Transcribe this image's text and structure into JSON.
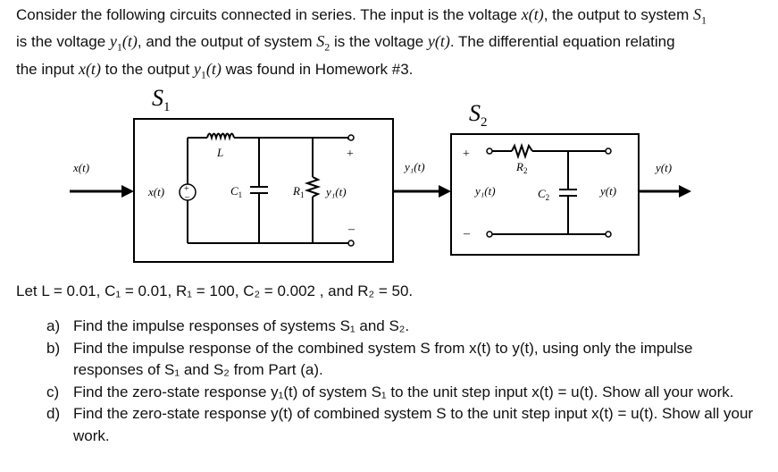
{
  "intro": {
    "line1_a": "Consider the following circuits connected in series. The input is the voltage ",
    "x_t": "x(t)",
    "line1_b": ", the output to system ",
    "S1": "S",
    "sub1": "1",
    "line2_a": "is the voltage ",
    "y1_t_y": "y",
    "y1_t_rest": "(t)",
    "line2_b": ", and the output of system ",
    "S2": "S",
    "sub2": "2",
    "line2_c": " is the voltage ",
    "y_t": "y(t)",
    "line2_d": ". The differential equation relating",
    "line3_a": "the input ",
    "line3_b": " to the output ",
    "line3_c": " was found in Homework #3."
  },
  "diagram": {
    "s1_label_main": "S",
    "s1_label_sub": "1",
    "s2_label_main": "S",
    "s2_label_sub": "2",
    "x_in_label": "x(t)",
    "source_label": "x(t)",
    "inductor_label": "L",
    "c1_main": "C",
    "c1_sub": "1",
    "r1_main": "R",
    "r1_sub": "1",
    "y1_inner_label": "y₁(t)",
    "y1_between_label": "y₁(t)",
    "s2_input_label": "y₁(t)",
    "r2_main": "R",
    "r2_sub": "2",
    "c2_main": "C",
    "c2_sub": "2",
    "y_inner_label": "y(t)",
    "y_out_label": "y(t)",
    "plus1": "+",
    "minus1": "–",
    "plus2": "+",
    "minus2": "–",
    "src_plus": "+",
    "src_minus": "–"
  },
  "params": {
    "text": "Let L = 0.01, C₁ = 0.01, R₁ = 100, C₂ = 0.002 , and R₂ = 50."
  },
  "questions": [
    {
      "label": "a)",
      "text": "Find the impulse responses of systems S₁ and S₂."
    },
    {
      "label": "b)",
      "text": "Find the impulse response of the combined system S from x(t) to y(t), using only the impulse responses of S₁ and S₂ from Part (a)."
    },
    {
      "label": "c)",
      "text": "Find the zero-state response y₁(t) of system S₁ to the unit step input x(t) = u(t). Show all your work."
    },
    {
      "label": "d)",
      "text": "Find the zero-state response y(t) of combined system S  to the unit step input x(t) = u(t). Show all your work."
    }
  ]
}
